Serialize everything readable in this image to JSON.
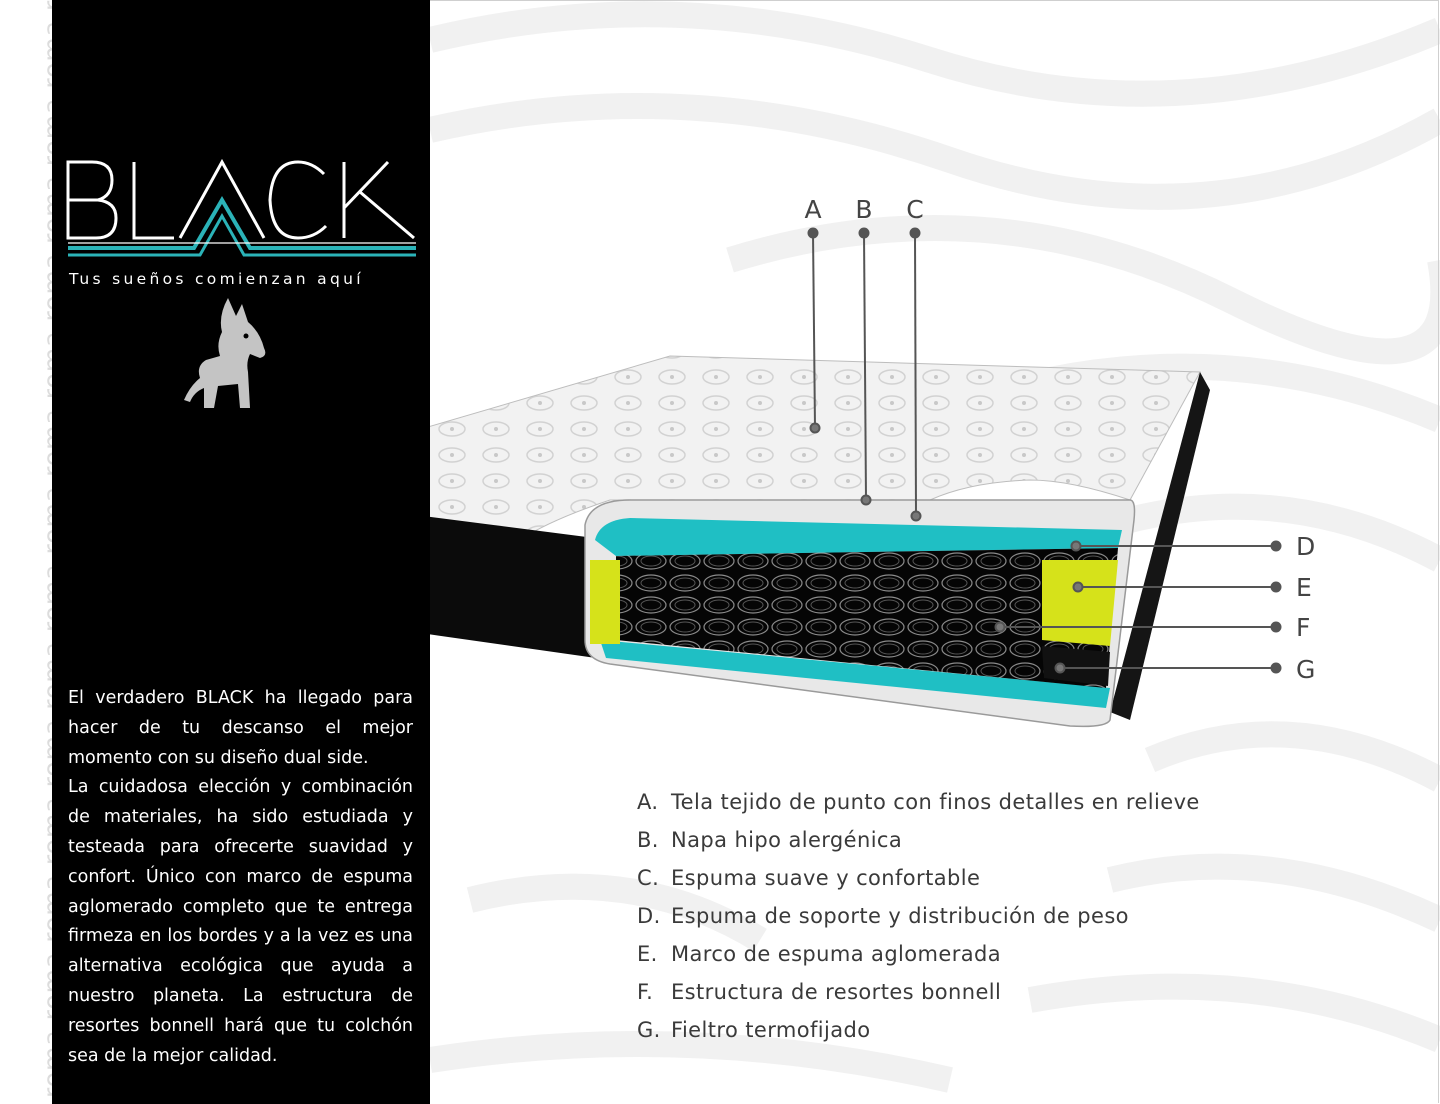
{
  "side_strip": {
    "watermark": "roma roma roma roma roma roma roma roma roma roma roma roma roma roma roma roma"
  },
  "brand": {
    "logo_text": "BLACK",
    "tagline": "Tus sueños comienzan aquí",
    "accent_color": "#2bb3b8",
    "mascot_icon": "donkey-silhouette"
  },
  "description": [
    "El verdadero BLACK ha llegado para hacer de tu descanso el mejor momento con su diseño dual side.",
    "La cuidadosa elección y combinación de materiales, ha sido estudiada y testeada para ofrecerte suavidad y confort. Único con marco de espuma aglomerado completo que te entrega firmeza en los bordes y a la vez es una alternativa ecológica que ayuda a nuestro planeta. La estructura de resortes bonnell hará que tu colchón sea de la mejor calidad."
  ],
  "diagram": {
    "labels": {
      "a": "A",
      "b": "B",
      "c": "C",
      "d": "D",
      "e": "E",
      "f": "F",
      "g": "G"
    },
    "colors": {
      "foam_teal": "#1fbfc4",
      "frame_yellow": "#d6e21a",
      "cover_black": "#0d0d0d"
    }
  },
  "legend": [
    {
      "key": "A.",
      "text": "Tela tejido de punto con finos detalles en relieve"
    },
    {
      "key": "B.",
      "text": "Napa hipo alergénica"
    },
    {
      "key": "C.",
      "text": "Espuma suave y confortable"
    },
    {
      "key": "D.",
      "text": "Espuma de soporte y distribución de peso"
    },
    {
      "key": "E.",
      "text": "Marco de espuma aglomerada"
    },
    {
      "key": "F.",
      "text": "Estructura de resortes bonnell"
    },
    {
      "key": "G.",
      "text": "Fieltro termofijado"
    }
  ]
}
